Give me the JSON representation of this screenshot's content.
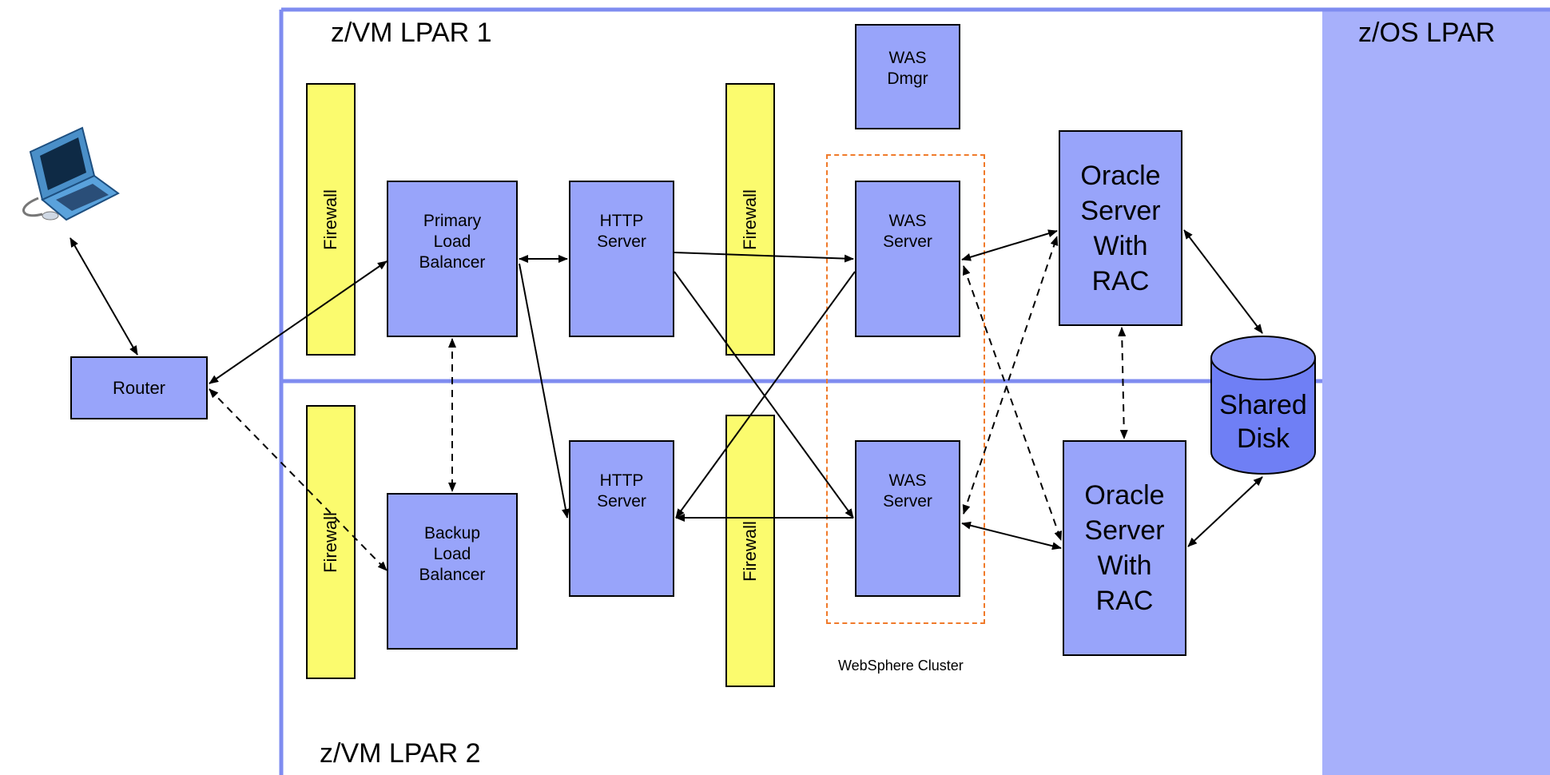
{
  "lpars": {
    "vm1": "z/VM LPAR 1",
    "vm2": "z/VM LPAR 2",
    "zos": "z/OS LPAR"
  },
  "nodes": {
    "router": "Router",
    "firewall": "Firewall",
    "primary_lb": "Primary\nLoad\nBalancer",
    "backup_lb": "Backup\nLoad\nBalancer",
    "http_server": "HTTP\nServer",
    "was_dmgr": "WAS\nDmgr",
    "was_server": "WAS\nServer",
    "oracle": "Oracle\nServer\nWith\nRAC",
    "shared_disk": "Shared\nDisk"
  },
  "cluster_label": "WebSphere Cluster",
  "colors": {
    "box_fill": "#98a4fa",
    "firewall_fill": "#fbfb6e",
    "lpar_border": "#7f8cf0",
    "zos_fill": "#a7b0fb",
    "cluster_border": "#f07a2a"
  }
}
